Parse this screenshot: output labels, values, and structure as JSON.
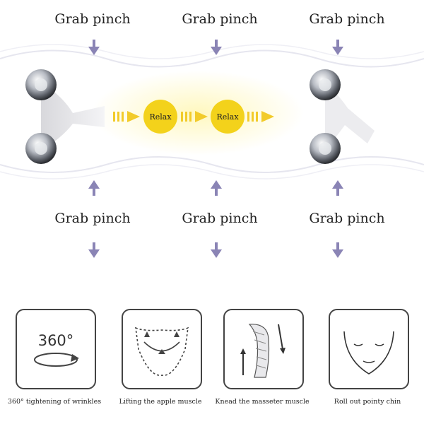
{
  "labels": {
    "top": [
      "Grab pinch",
      "Grab pinch",
      "Grab pinch"
    ],
    "bottom": [
      "Grab pinch",
      "Grab pinch",
      "Grab pinch"
    ],
    "relax": [
      "Relax",
      "Relax"
    ]
  },
  "functions": [
    {
      "icon_text": "360°",
      "caption": "360° tightening of wrinkles",
      "icon": "rotate-360-icon"
    },
    {
      "caption": "Lifting the apple muscle",
      "icon": "face-lift-icon"
    },
    {
      "caption": "Knead the masseter muscle",
      "icon": "masseter-icon"
    },
    {
      "caption": "Roll out pointy chin",
      "icon": "face-chin-icon"
    }
  ],
  "colors": {
    "arrow": "#8a84b5",
    "relax_yellow": "#f3d21b",
    "chevron_yellow": "#f2cb2a"
  }
}
